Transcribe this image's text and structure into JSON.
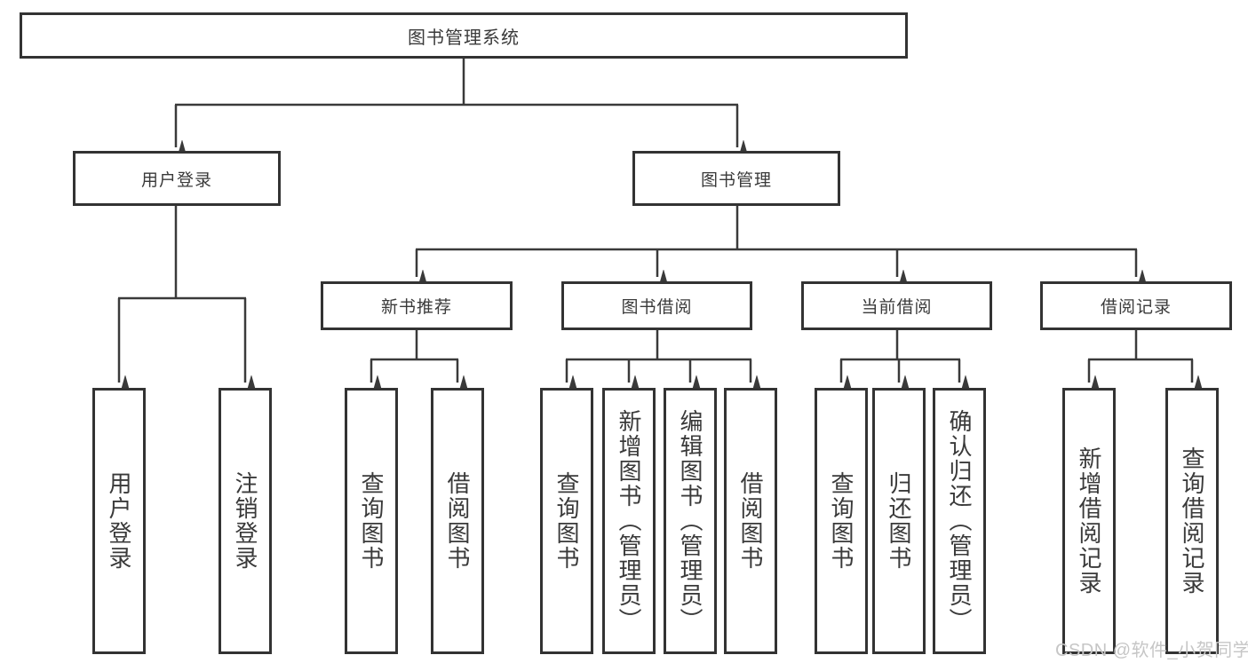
{
  "diagram": {
    "root": "图书管理系统",
    "level2": [
      "用户登录",
      "图书管理"
    ],
    "level3": [
      "新书推荐",
      "图书借阅",
      "当前借阅",
      "借阅记录"
    ],
    "leaves_user_login": [
      "用户登录",
      "注销登录"
    ],
    "leaves_new_book": [
      "查询图书",
      "借阅图书"
    ],
    "leaves_book_borrow": [
      "查询图书",
      "新增图书（管理员）",
      "编辑图书（管理员）",
      "借阅图书"
    ],
    "leaves_current_borrow": [
      "查询图书",
      "归还图书",
      "确认归还（管理员）"
    ],
    "leaves_borrow_records": [
      "新增借阅记录",
      "查询借阅记录"
    ]
  },
  "watermark": "CSDN @软件_小贺同学",
  "colors": {
    "line": "#3a3a3a",
    "box_border": "#333333",
    "text": "#3a3a3a",
    "watermark": "#c6c6c6",
    "background": "#ffffff"
  }
}
